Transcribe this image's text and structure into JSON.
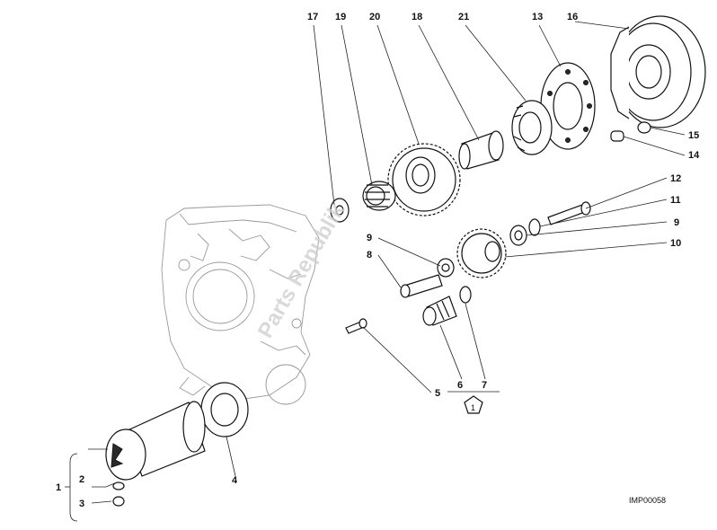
{
  "callouts": {
    "c1": "1",
    "c2": "2",
    "c3": "3",
    "c4": "4",
    "c5": "5",
    "c6": "6",
    "c7": "7",
    "c8": "8",
    "c9a": "9",
    "c9b": "9",
    "c10": "10",
    "c11": "11",
    "c12": "12",
    "c13": "13",
    "c14": "14",
    "c15": "15",
    "c16": "16",
    "c17": "17",
    "c18": "18",
    "c19": "19",
    "c20": "20",
    "c21": "21"
  },
  "kit_badge": "1",
  "image_code": "IMP00058",
  "watermark": "Parts Republik",
  "colors": {
    "line": "#111111",
    "engine": "#999999",
    "watermark": "#d0d0d0"
  }
}
